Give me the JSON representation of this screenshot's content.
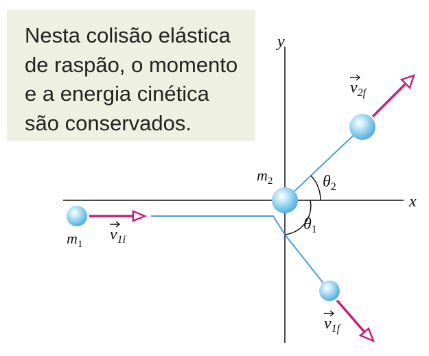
{
  "caption": {
    "lines": [
      "Nesta colisão elástica",
      "de raspão, o momento",
      "e a energia cinética",
      "são conservados."
    ]
  },
  "axes": {
    "x_label": "x",
    "y_label": "y"
  },
  "particles": {
    "m1": {
      "name": "m",
      "sub": "1"
    },
    "m2": {
      "name": "m",
      "sub": "2"
    }
  },
  "vectors": {
    "v1i": {
      "name": "v",
      "sub": "1i"
    },
    "v1f": {
      "name": "v",
      "sub": "1f"
    },
    "v2f": {
      "name": "v",
      "sub": "2f"
    }
  },
  "angles": {
    "theta1": {
      "name": "θ",
      "sub": "1"
    },
    "theta2": {
      "name": "θ",
      "sub": "2"
    }
  },
  "colors": {
    "caption_bg": "#eef0e2",
    "path_line": "#4a9fd6",
    "vector_arrow": "#c41f7a",
    "ball": "#79c4ea"
  }
}
